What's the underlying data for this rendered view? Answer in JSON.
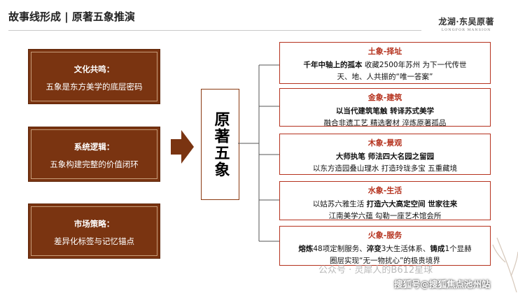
{
  "header": {
    "title": "故事线形成 | 原著五象推演",
    "logo_main": "龙湖·东吴原著",
    "logo_sub": "LONGFOR MANSION"
  },
  "left_panels": [
    {
      "heading": "文化共鸣：",
      "text": "五象是东方美学的底层密码"
    },
    {
      "heading": "系统逻辑：",
      "text": "五象构建完整的价值闭环"
    },
    {
      "heading": "市场策略：",
      "text": "差异化标签与记忆锚点"
    }
  ],
  "center": {
    "label": "原著五象"
  },
  "elements": [
    {
      "title": "土象-择址",
      "line1": [
        {
          "t": "千年中轴上的孤本",
          "b": true
        },
        {
          "t": " 收藏2500年苏州 为下一代传世",
          "b": false
        }
      ],
      "line2": [
        {
          "t": "天、地、人共振的“唯一答案”",
          "b": false
        }
      ]
    },
    {
      "title": "金象-建筑",
      "line1": [
        {
          "t": "以当代建筑笔触 转译苏式美学",
          "b": true
        }
      ],
      "line2": [
        {
          "t": "融合非遗工艺 精选奢材 淬炼原著孤品",
          "b": false
        }
      ]
    },
    {
      "title": "木象-景观",
      "line1": [
        {
          "t": "大师执笔 师法四大名园之留园",
          "b": true
        }
      ],
      "line2": [
        {
          "t": "以东方造园叠山理水 打造玲珑多宝 五重藏境",
          "b": false
        }
      ]
    },
    {
      "title": "水象-生活",
      "line1": [
        {
          "t": "以姑苏六雅生活 ",
          "b": false
        },
        {
          "t": "打造六大高定空间 世家往来",
          "b": true
        }
      ],
      "line2": [
        {
          "t": "江南美学六蕴 勾勒一座艺术馆会所",
          "b": false
        }
      ]
    },
    {
      "title": "火象-服务",
      "line1": [
        {
          "t": "熔炼",
          "b": true
        },
        {
          "t": "48项定制服务、",
          "b": false
        },
        {
          "t": "淬变",
          "b": true
        },
        {
          "t": "3大生活体系、",
          "b": false
        },
        {
          "t": "铸成",
          "b": true
        },
        {
          "t": "1个显赫",
          "b": false
        }
      ],
      "line2": [
        {
          "t": "圈层实现“无一物扰心”的极贵境界",
          "b": false
        }
      ]
    }
  ],
  "watermarks": {
    "wechat": "公众号 · 灵犀人的B612星球",
    "sohu": "搜狐号@搜狐焦点池州站"
  },
  "colors": {
    "panel": "#7a3411",
    "accent": "#b5321e",
    "arrow": "#7a3411"
  }
}
